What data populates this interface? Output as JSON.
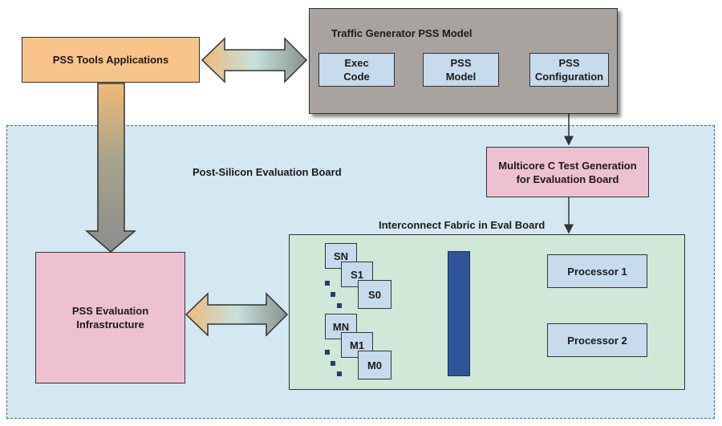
{
  "colors": {
    "pink": "#efc0d2",
    "orange": "#f7c48a",
    "gray": "#a9a3a0",
    "light_blue": "#c7dbee",
    "green": "#cfe8d8",
    "board": "#d3e8f3",
    "bus": "#2e5597"
  },
  "pss_tools": "PSS Tools Applications",
  "traffic_generator": {
    "title": "Traffic Generator PSS Model",
    "exec_code": [
      "Exec",
      "Code"
    ],
    "pss_model": [
      "PSS",
      "Model"
    ],
    "pss_config": [
      "PSS",
      "Configuration"
    ]
  },
  "multicore": [
    "Multicore C Test Generation",
    "for Evaluation Board"
  ],
  "board_label": "Post-Silicon Evaluation Board",
  "pss_eval": [
    "PSS Evaluation",
    "Infrastructure"
  ],
  "fabric_label": "Interconnect Fabric in Eval Board",
  "slaves": [
    "SN",
    "S1",
    "S0"
  ],
  "masters": [
    "MN",
    "M1",
    "M0"
  ],
  "processor1": "Processor 1",
  "processor2": "Processor 2"
}
